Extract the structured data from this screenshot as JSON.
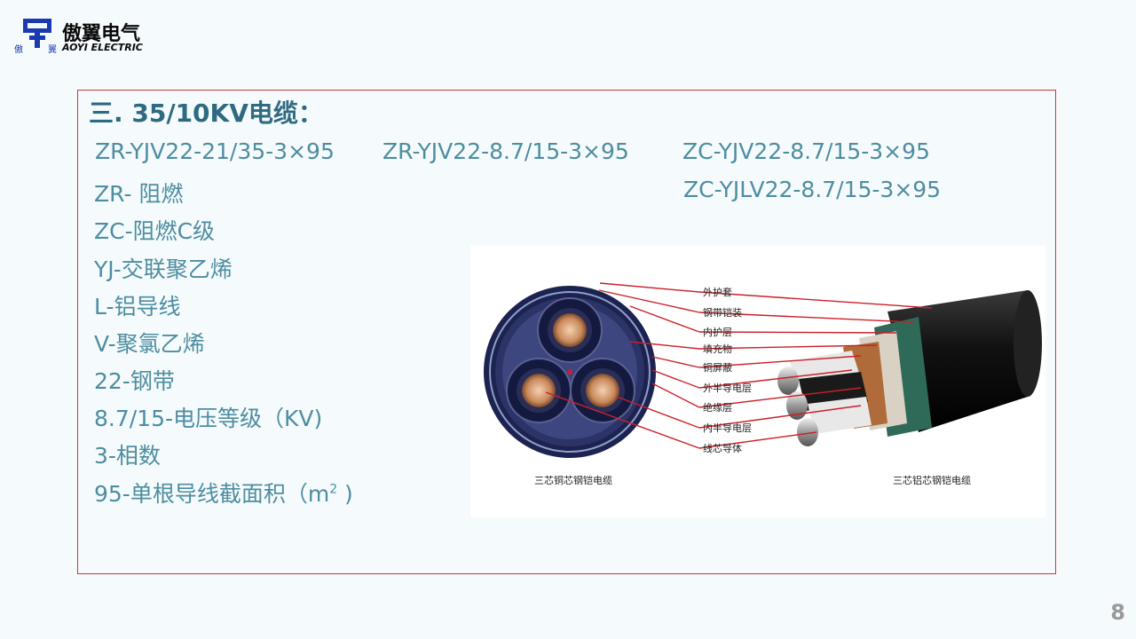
{
  "logo": {
    "name_cn": "傲翼电气",
    "name_en": "AOYI ELECTRIC",
    "sub_left": "傲",
    "sub_right": "翼"
  },
  "heading": "三.   35/10KV电缆：",
  "models": [
    "ZR-YJV22-21/35-3×95",
    "ZR-YJV22-8.7/15-3×95",
    "ZC-YJV22-8.7/15-3×95",
    "ZC-YJLV22-8.7/15-3×95"
  ],
  "legend": [
    "ZR- 阻燃",
    "ZC-阻燃C级",
    "YJ-交联聚乙烯",
    "L-铝导线",
    "V-聚氯乙烯",
    "22-钢带",
    "8.7/15-电压等级（KV)",
    "3-相数"
  ],
  "legend_last": {
    "text": "95-单根导线截面积（m",
    "sup": "2",
    "tail": " )"
  },
  "diagram": {
    "layers": [
      "外护套",
      "钢带铠装",
      "内护层",
      "填充物",
      "铜屏蔽",
      "外半导电层",
      "绝缘层",
      "内半导电层",
      "线芯导体"
    ],
    "caption_left": "三芯铜芯钢铠电缆",
    "caption_right": "三芯铝芯钢铠电缆"
  },
  "page_number": "8",
  "colors": {
    "title": "#2e6a80",
    "text": "#4e8da0",
    "frame": "#d3343c",
    "leader": "#cc1f2a",
    "logo_blue": "#1a3bb0"
  }
}
